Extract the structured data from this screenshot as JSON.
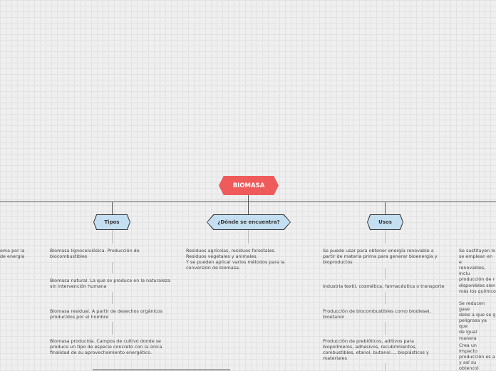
{
  "root": "BIOMASA",
  "branches": [
    {
      "label": "Tipos",
      "items": [
        "Biomasa lignocelulósica. Producción de\nbiocombustibles",
        "Biomasa natural. La que se produce en la naturaleza\nsin intervención humana",
        "Biomasa residual. A partir de desechos orgánicos\nproducidos por el hombre",
        "Biomasa producida. Campos de cultivo donde se\nproduce un tipo de especie concreto con la única\nfinalidad de su aprovechamiento energético."
      ]
    },
    {
      "label": "¿Dónde se encuentra?",
      "items": [
        "Residuos agrícolas, residuos forestales.\nResiduos vegetales y animales.\nY se pueden aplicar varios métodos para la\nconversión de biomasa."
      ]
    },
    {
      "label": "Usos",
      "items": [
        "Se puede usar para obtener energía renovable a\npartir de materia prima para generar bioenergía y\nbioproductos",
        "Industria textil, cosmética, farmacéutica o transporte",
        "Producción de biocombustibles como biodiesel,\nbioetanol",
        "Producción de prebióticos, aditivos para\nbiopolímeros, adhesivos, recubrimientos,\ncombustibles, etanol, butanol..., bioplásticos y\nmateriales"
      ]
    }
  ],
  "left_partial": "ema por la\nde energía",
  "right_partial": [
    "Se sustituyen lo\nse emplean en e\nrenovables, inclu\nproducción de r\ndisponibles sien\nmás los químico",
    "Se reducen gase\ndebe a que se g\npeligrosa ya que\nde igual manera",
    "Crea un impacto\nproducción es a\ny así su obtenció"
  ]
}
